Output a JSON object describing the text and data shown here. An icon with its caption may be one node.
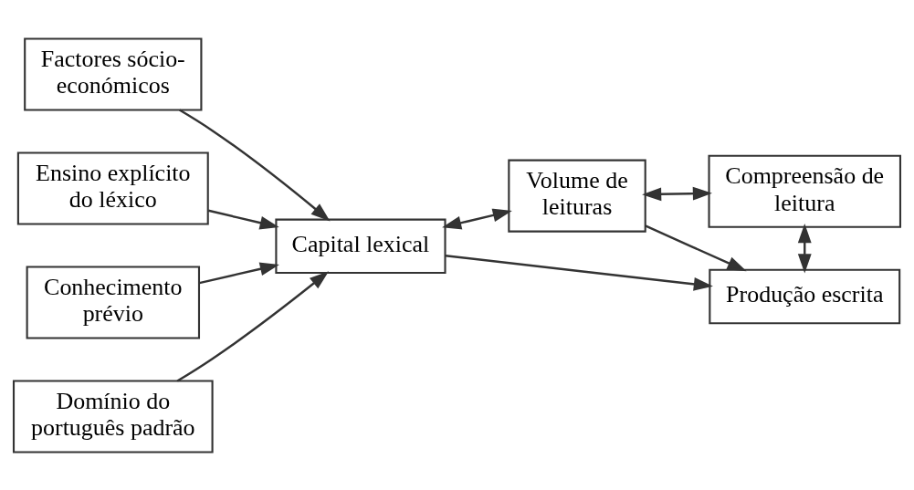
{
  "diagram": {
    "nodes": [
      {
        "text": [
          "Factores sócio-económicos"
        ]
      },
      {
        "text": [
          "Ensino explícito do léxico"
        ]
      },
      {
        "text": [
          "Conhecimento prévio"
        ]
      },
      {
        "text": [
          "Capital lexical"
        ]
      },
      {
        "text": [
          "Volume de leituras"
        ]
      },
      {
        "text": [
          "Compreensão de leitura"
        ]
      },
      {
        "text": [
          "Domínio do português padrão"
        ]
      },
      {
        "text": [
          "Produção escrita"
        ]
      }
    ],
    "edges": [
      {
        "from": 0,
        "to": 3,
        "arrow": "to"
      },
      {
        "from": 1,
        "to": 3,
        "arrow": "to"
      },
      {
        "from": 2,
        "to": 3,
        "arrow": "to"
      },
      {
        "from": 6,
        "to": 3,
        "arrow": "to"
      },
      {
        "from": 3,
        "to": 4,
        "arrow": "both"
      },
      {
        "from": 4,
        "to": 5,
        "arrow": "both"
      },
      {
        "from": 5,
        "to": 7,
        "arrow": "both"
      },
      {
        "from": 4,
        "to": 7,
        "arrow": "to"
      },
      {
        "from": 3,
        "to": 7,
        "arrow": "to"
      }
    ]
  }
}
